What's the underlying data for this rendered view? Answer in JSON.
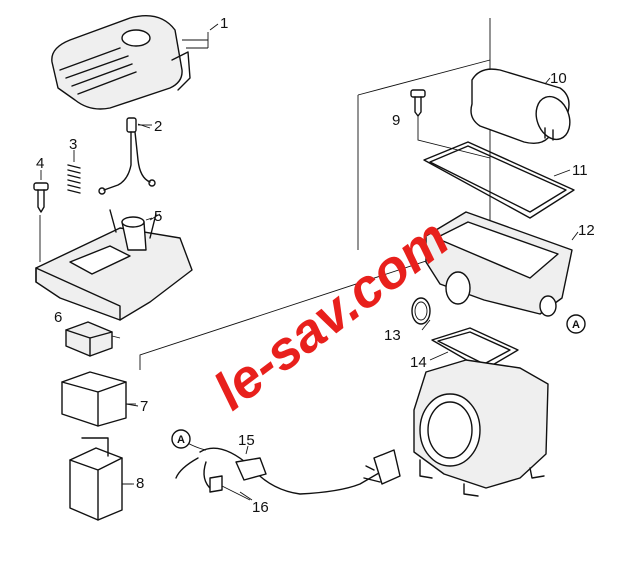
{
  "labels": {
    "l1": "1",
    "l2": "2",
    "l3": "3",
    "l4": "4",
    "l5": "5",
    "l6": "6",
    "l7": "7",
    "l8": "8",
    "l9": "9",
    "l10": "10",
    "l11": "11",
    "l12": "12",
    "l13": "13",
    "l14": "14",
    "l15": "15",
    "l16": "16"
  },
  "connector_marker": "A",
  "watermark": "le-sav.com",
  "colors": {
    "line": "#111111",
    "watermark": "#e8201c",
    "background": "#ffffff"
  }
}
